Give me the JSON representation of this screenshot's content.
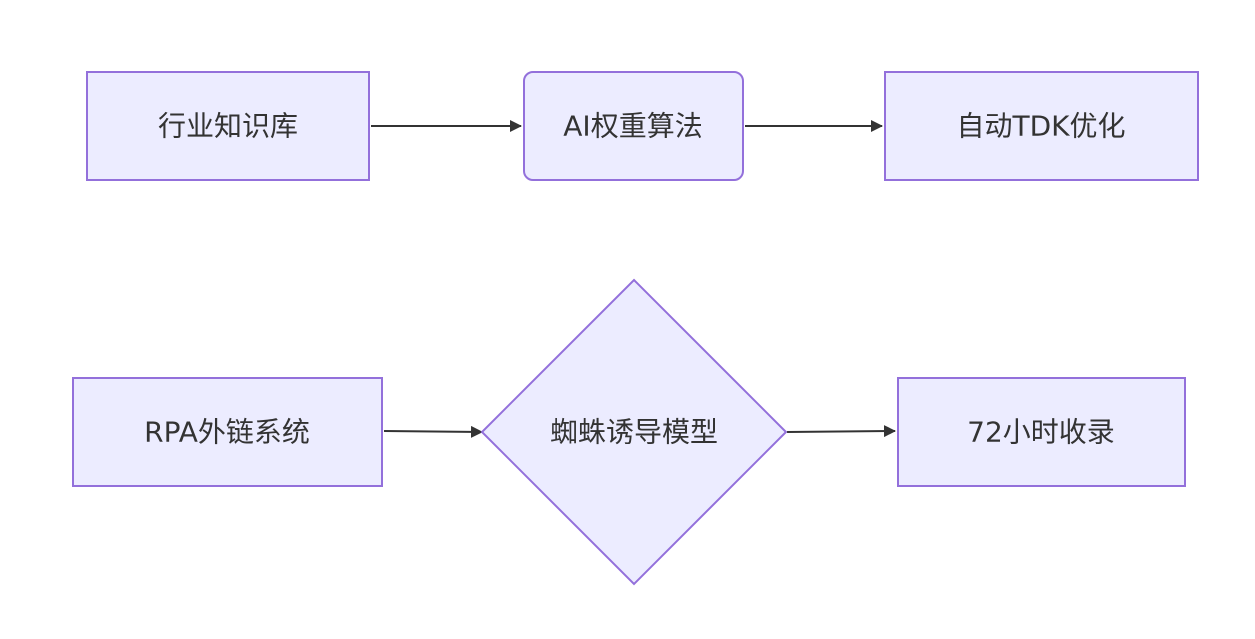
{
  "diagram": {
    "type": "flowchart",
    "colors": {
      "node_fill": "#ECECFF",
      "node_stroke": "#9370DB",
      "edge": "#333333",
      "text": "#333333"
    },
    "nodes": {
      "knowledge_base": {
        "label": "行业知识库",
        "shape": "rectangle"
      },
      "ai_algorithm": {
        "label": "AI权重算法",
        "shape": "rounded-rectangle"
      },
      "tdk_optimize": {
        "label": "自动TDK优化",
        "shape": "rectangle"
      },
      "rpa_links": {
        "label": "RPA外链系统",
        "shape": "rectangle"
      },
      "spider_model": {
        "label": "蜘蛛诱导模型",
        "shape": "diamond"
      },
      "indexing": {
        "label": "72小时收录",
        "shape": "rectangle"
      }
    },
    "edges": [
      {
        "from": "行业知识库",
        "to": "AI权重算法"
      },
      {
        "from": "AI权重算法",
        "to": "自动TDK优化"
      },
      {
        "from": "RPA外链系统",
        "to": "蜘蛛诱导模型"
      },
      {
        "from": "蜘蛛诱导模型",
        "to": "72小时收录"
      }
    ]
  }
}
